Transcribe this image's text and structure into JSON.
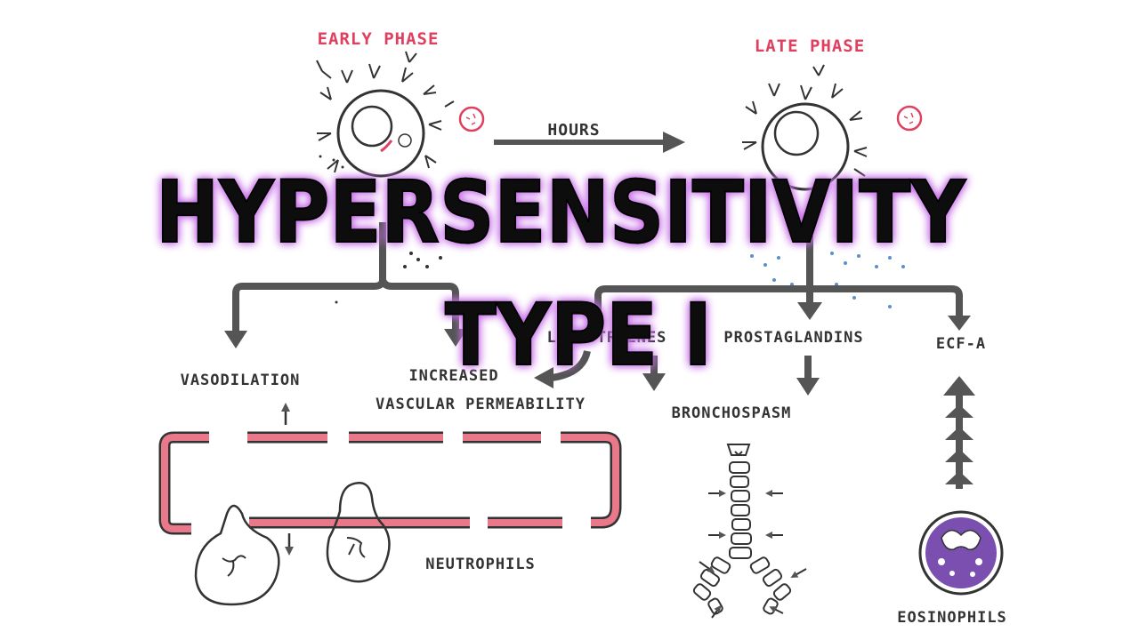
{
  "labels": {
    "early_phase": "EARLY PHASE",
    "late_phase": "LATE PHASE",
    "hours": "HOURS",
    "vasodilation": "VASODILATION",
    "increased": "INCREASED",
    "vascular_permeability": "VASCULAR PERMEABILITY",
    "leukotrienes": "LEUKOTRIENES",
    "prostaglandins": "PROSTAGLANDINS",
    "ecf_a": "ECF-A",
    "bronchospasm": "BRONCHOSPASM",
    "neutrophils": "NEUTROPHILS",
    "eosinophils": "EOSINOPHILS"
  },
  "title": {
    "line1": "HYPERSENSITIVITY",
    "line2": "TYPE I"
  },
  "colors": {
    "accent_red": "#e0405f",
    "ink": "#333333",
    "vessel_fill": "#e8788a",
    "dots_blue": "#5b8fcf",
    "eosinophil_purple": "#7a4fb0",
    "title_glow": "#c76ee8"
  }
}
